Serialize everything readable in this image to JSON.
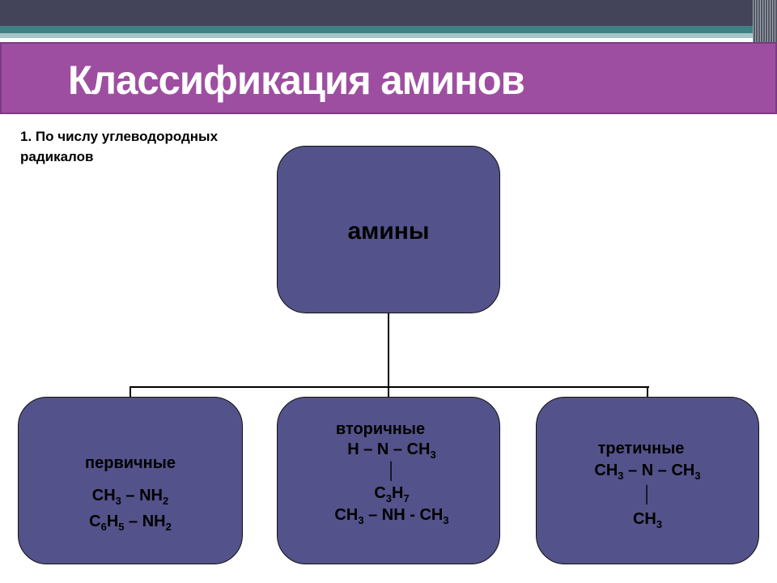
{
  "title": "Классификация аминов",
  "subtitle_line1": "1. По числу углеводородных",
  "subtitle_line2": "радикалов",
  "root": {
    "label": "амины"
  },
  "primary": {
    "label": "первичные",
    "formulas": [
      [
        [
          "CH",
          ""
        ],
        [
          "",
          "3"
        ],
        [
          " – NH",
          ""
        ],
        [
          "",
          "2"
        ]
      ],
      [
        [
          "C",
          ""
        ],
        [
          "",
          "6"
        ],
        [
          "H",
          ""
        ],
        [
          "",
          "5"
        ],
        [
          " – NH",
          ""
        ],
        [
          "",
          "2"
        ]
      ]
    ]
  },
  "secondary": {
    "label": "вторичные",
    "formulas": [
      [
        [
          "H – N – CH",
          ""
        ],
        [
          "",
          "3"
        ]
      ],
      [
        [
          "│",
          ""
        ]
      ],
      [
        [
          "C",
          ""
        ],
        [
          "",
          "3"
        ],
        [
          "H",
          ""
        ],
        [
          "",
          "7"
        ]
      ],
      [
        [
          "CH",
          ""
        ],
        [
          "",
          "3"
        ],
        [
          " – NH - CH",
          ""
        ],
        [
          "",
          "3"
        ]
      ]
    ]
  },
  "tertiary": {
    "label": "третичные",
    "formulas": [
      [
        [
          "CH",
          ""
        ],
        [
          "",
          "3"
        ],
        [
          " – N – CH",
          ""
        ],
        [
          "",
          "3"
        ]
      ],
      [
        [
          "│",
          ""
        ]
      ],
      [
        [
          "CH",
          ""
        ],
        [
          "",
          "3"
        ]
      ]
    ]
  },
  "colors": {
    "box": "#53528a",
    "banner": "#9e4ea0",
    "topbar": "#43435a",
    "teal": "#3f8084"
  }
}
